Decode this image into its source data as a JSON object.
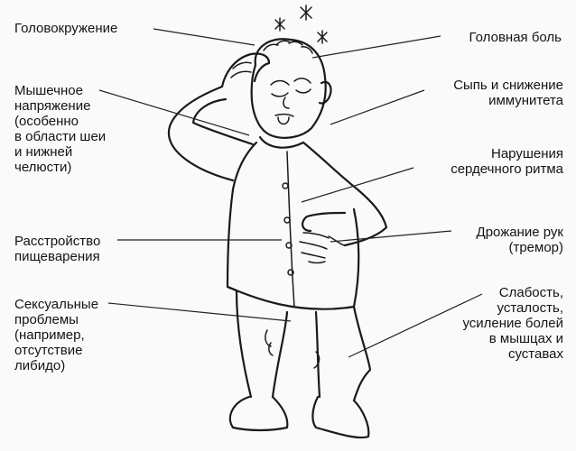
{
  "labels": {
    "dizziness": "Головокружение",
    "headache": "Головная боль",
    "muscle_tension": "Мышечное\nнапряжение\n(особенно\nв области шеи\nи нижней\nчелюсти)",
    "rash": "Сыпь и снижение\nиммунитета",
    "heart": "Нарушения\nсердечного ритма",
    "digestion": "Расстройство\nпищеварения",
    "tremor": "Дрожание рук\n(тремор)",
    "sexual": "Сексуальные\nпроблемы\n(например,\nотсутствие\nлибидо)",
    "weakness": "Слабость,\nусталость,\nусиление болей\nв мышцах и\nсуставах"
  }
}
